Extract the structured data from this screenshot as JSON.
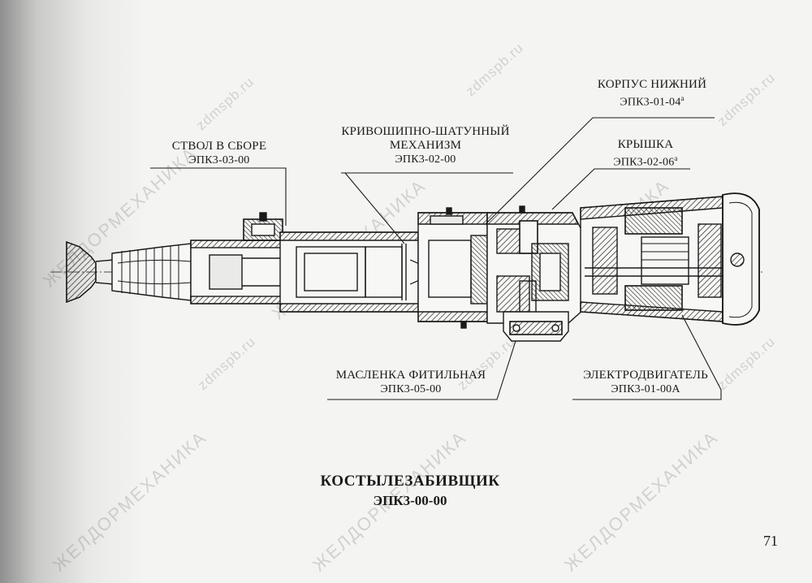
{
  "labels": {
    "barrel": {
      "name": "СТВОЛ В СБОРЕ",
      "code": "ЭПК3-03-00"
    },
    "crank": {
      "name_line1": "КРИВОШИПНО-ШАТУННЫЙ",
      "name_line2": "МЕХАНИЗМ",
      "code": "ЭПК3-02-00"
    },
    "lower_housing": {
      "name": "КОРПУС НИЖНИЙ",
      "code": "ЭПК3-01-04",
      "sup": "а"
    },
    "cover": {
      "name": "КРЫШКА",
      "code": "ЭПК3-02-06",
      "sup": "а"
    },
    "oiler": {
      "name": "МАСЛЕНКА ФИТИЛЬНАЯ",
      "code": "ЭПК3-05-00"
    },
    "motor": {
      "name": "ЭЛЕКТРОДВИГАТЕЛЬ",
      "code": "ЭПК3-01-00А"
    }
  },
  "title": {
    "line1": "КОСТЫЛЕЗАБИВЩИК",
    "line2": "ЭПК3-00-00"
  },
  "page_number": "71",
  "watermarks": {
    "brand": "ЖЕЛДОРМЕХАНИКА",
    "site": "zdmspb.ru"
  }
}
